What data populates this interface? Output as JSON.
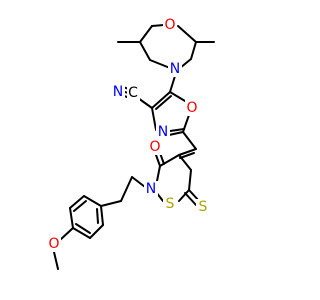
{
  "molecule": {
    "colors": {
      "bond": "#000000",
      "N": "#0000ff",
      "O": "#ff0000",
      "S": "#b2a300",
      "C": "#000000"
    },
    "labels": {
      "morpholine_O": "O",
      "morpholine_N": "N",
      "nitrile_N": "N",
      "nitrile_C": "C",
      "oxazole_O": "O",
      "oxazole_N": "N",
      "carbonyl_O": "O",
      "thiazolidine_N": "N",
      "ring_S": "S",
      "thione_S": "S",
      "methoxy_O": "O"
    }
  }
}
